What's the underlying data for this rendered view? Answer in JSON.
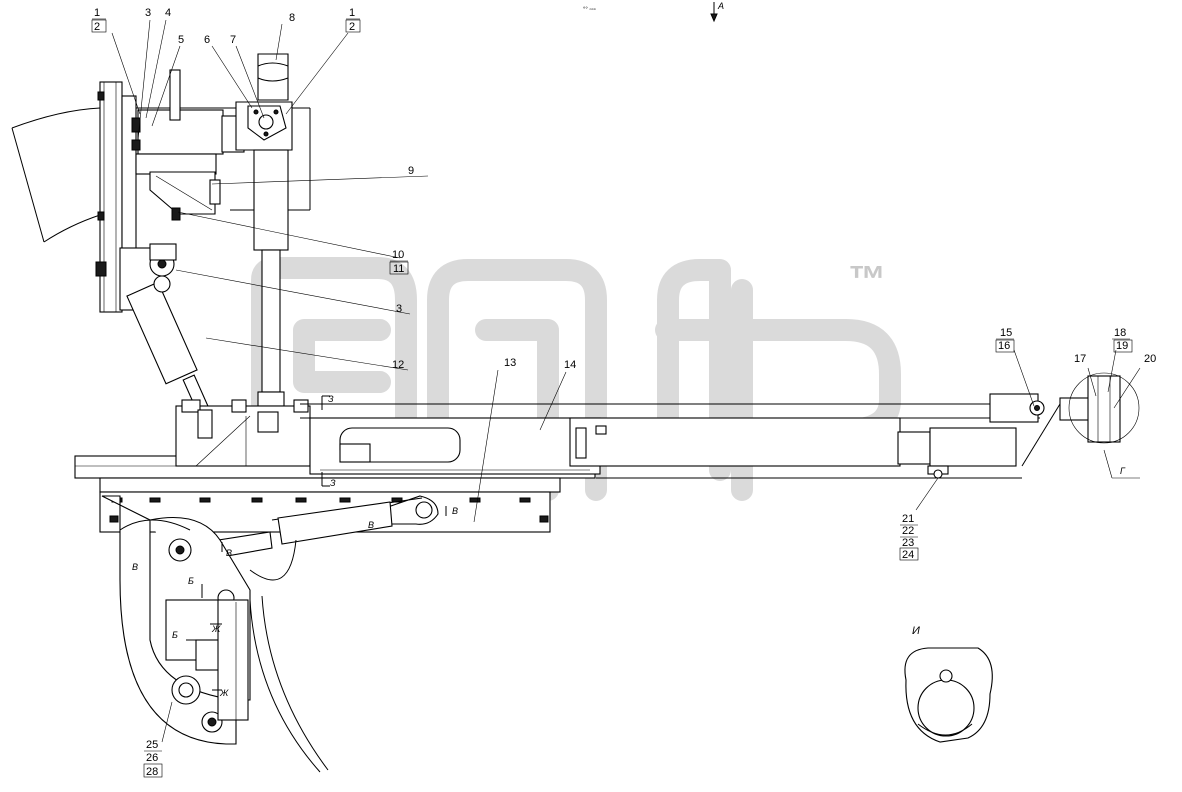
{
  "watermark": {
    "mark_text": "™"
  },
  "top_marks": {
    "view_arrow": "А",
    "tiny_label": "°° ▫▫▫"
  },
  "callouts": [
    {
      "id": "c1a",
      "top": "1",
      "bottom": "2"
    },
    {
      "id": "c3a",
      "top": "3"
    },
    {
      "id": "c4",
      "top": "4"
    },
    {
      "id": "c5",
      "top": "5"
    },
    {
      "id": "c6",
      "top": "6"
    },
    {
      "id": "c7",
      "top": "7"
    },
    {
      "id": "c8",
      "top": "8"
    },
    {
      "id": "c1b",
      "top": "1",
      "bottom": "2"
    },
    {
      "id": "c9",
      "top": "9"
    },
    {
      "id": "c10",
      "top": "10",
      "bottom": "11"
    },
    {
      "id": "c3b",
      "top": "3"
    },
    {
      "id": "c12",
      "top": "12"
    },
    {
      "id": "c13",
      "top": "13"
    },
    {
      "id": "c14",
      "top": "14"
    },
    {
      "id": "c15",
      "top": "15",
      "bottom": "16"
    },
    {
      "id": "c17",
      "top": "17"
    },
    {
      "id": "c18",
      "top": "18",
      "bottom": "19"
    },
    {
      "id": "c20",
      "top": "20"
    },
    {
      "id": "c21",
      "lines": [
        "21",
        "22",
        "23",
        "24"
      ]
    },
    {
      "id": "c25",
      "lines": [
        "25",
        "26",
        "28"
      ]
    }
  ],
  "section_labels": {
    "z_top": "З",
    "z_bottom": "З",
    "v1": "В",
    "v2": "В",
    "v3": "В",
    "v4": "В",
    "b1": "Б",
    "b2": "Б",
    "zh1": "Ж",
    "zh2": "Ж",
    "g": "Г",
    "view_i": "И"
  }
}
